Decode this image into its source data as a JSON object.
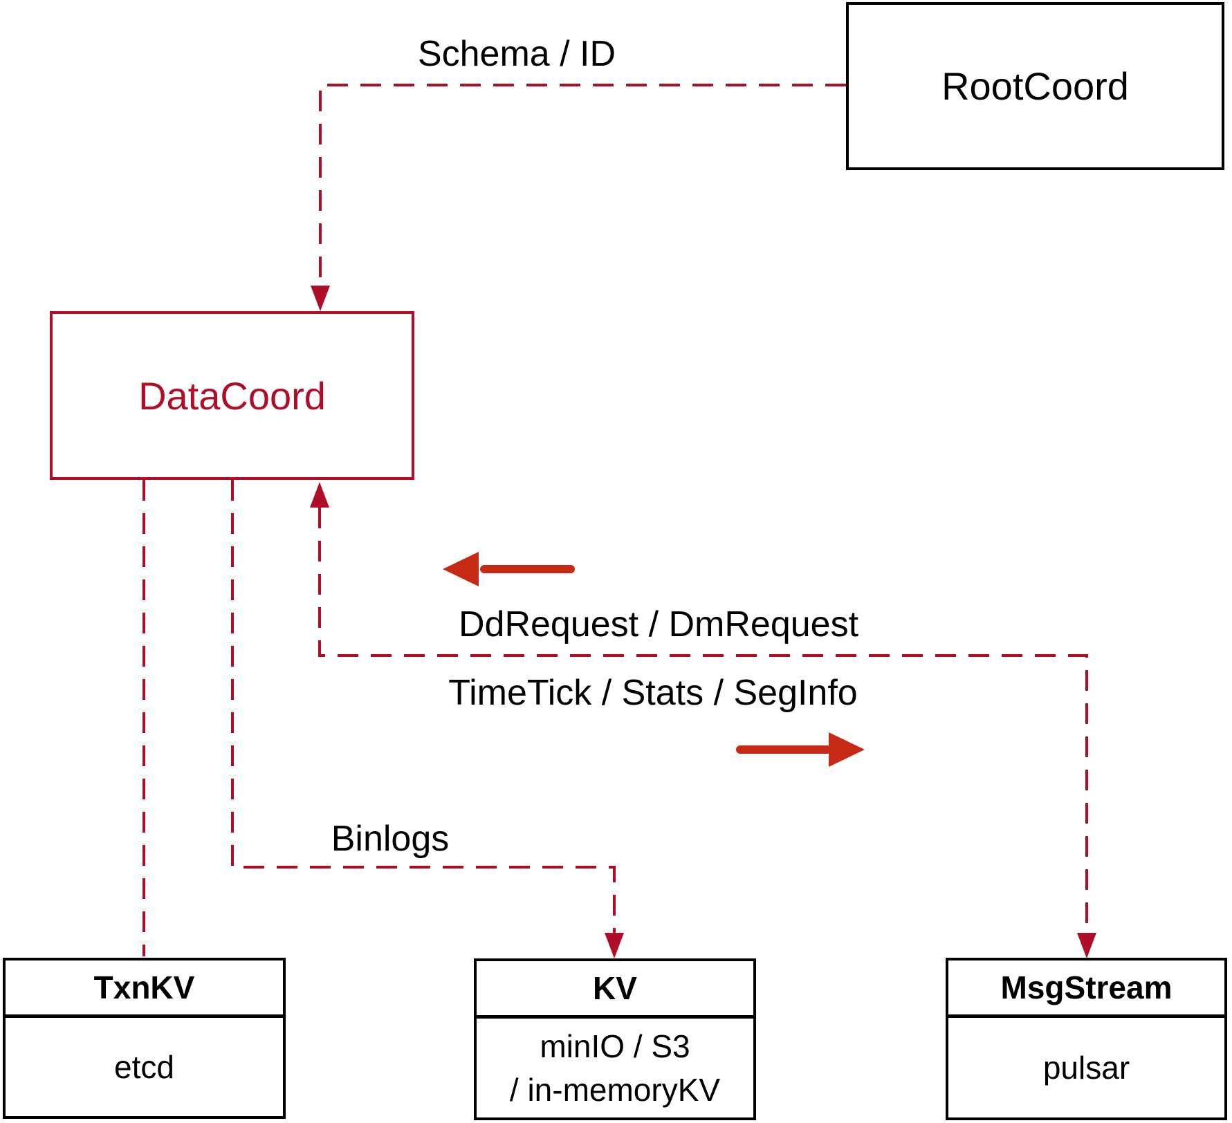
{
  "diagram": {
    "nodes": {
      "root_coord": {
        "label": "RootCoord"
      },
      "data_coord": {
        "label": "DataCoord"
      },
      "txn_kv": {
        "title": "TxnKV",
        "body": "etcd"
      },
      "kv": {
        "title": "KV",
        "body_line1": "minIO / S3",
        "body_line2": "/ in-memoryKV"
      },
      "msg_stream": {
        "title": "MsgStream",
        "body": "pulsar"
      }
    },
    "edge_labels": {
      "schema_id": "Schema / ID",
      "dd_request": "DdRequest / DmRequest",
      "time_tick": "TimeTick / Stats / SegInfo",
      "binlogs": "Binlogs"
    },
    "colors": {
      "crimson": "#B00E28",
      "bright_red": "#C62A15",
      "ink": "#000000",
      "bg": "#FFFFFF"
    }
  }
}
